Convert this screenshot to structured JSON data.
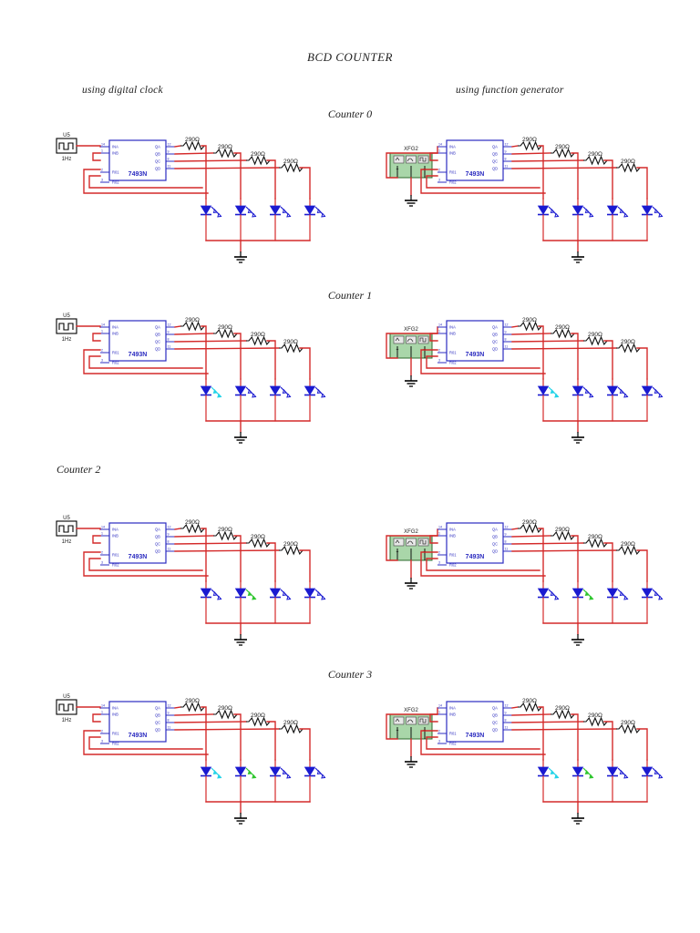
{
  "document": {
    "title": "BCD COUNTER",
    "headers": {
      "left": "using digital clock",
      "right": "using function generator"
    }
  },
  "colors": {
    "wire": "#d42a2a",
    "ic_outline": "#2b2bc0",
    "ic_text": "#2b2bc0",
    "led_body": "#1a1ad0",
    "led_lit_cyan": "#23d3e8",
    "led_lit_green": "#2fc62f",
    "resistor": "#111111",
    "ground": "#000000",
    "fgen_body": "#a9d6a9",
    "text": "#222222"
  },
  "labels": {
    "clock_ref": "U5",
    "clock_freq": "1Hz",
    "fgen_ref": "XFG2",
    "ic_part": "7493N",
    "resistor_value": "290Ω",
    "ic_pins_left": [
      {
        "name": "INA",
        "num": "14"
      },
      {
        "name": "INB",
        "num": "1"
      },
      {
        "name": "R01",
        "num": "2"
      },
      {
        "name": "R02",
        "num": "3"
      }
    ],
    "ic_pins_right": [
      {
        "name": "QA",
        "num": "12"
      },
      {
        "name": "QB",
        "num": "9"
      },
      {
        "name": "QC",
        "num": "8"
      },
      {
        "name": "QD",
        "num": "11"
      }
    ]
  },
  "counters": [
    {
      "label": "Counter 0",
      "label_align": "center",
      "count": 0,
      "leds": [
        "off",
        "off",
        "off",
        "off"
      ]
    },
    {
      "label": "Counter 1",
      "label_align": "center",
      "count": 1,
      "leds": [
        "cyan",
        "off",
        "off",
        "off"
      ]
    },
    {
      "label": "Counter 2",
      "label_align": "left",
      "count": 2,
      "leds": [
        "off",
        "green",
        "off",
        "off"
      ]
    },
    {
      "label": "Counter 3",
      "label_align": "center",
      "count": 3,
      "leds": [
        "cyan",
        "green",
        "off",
        "off"
      ]
    }
  ]
}
